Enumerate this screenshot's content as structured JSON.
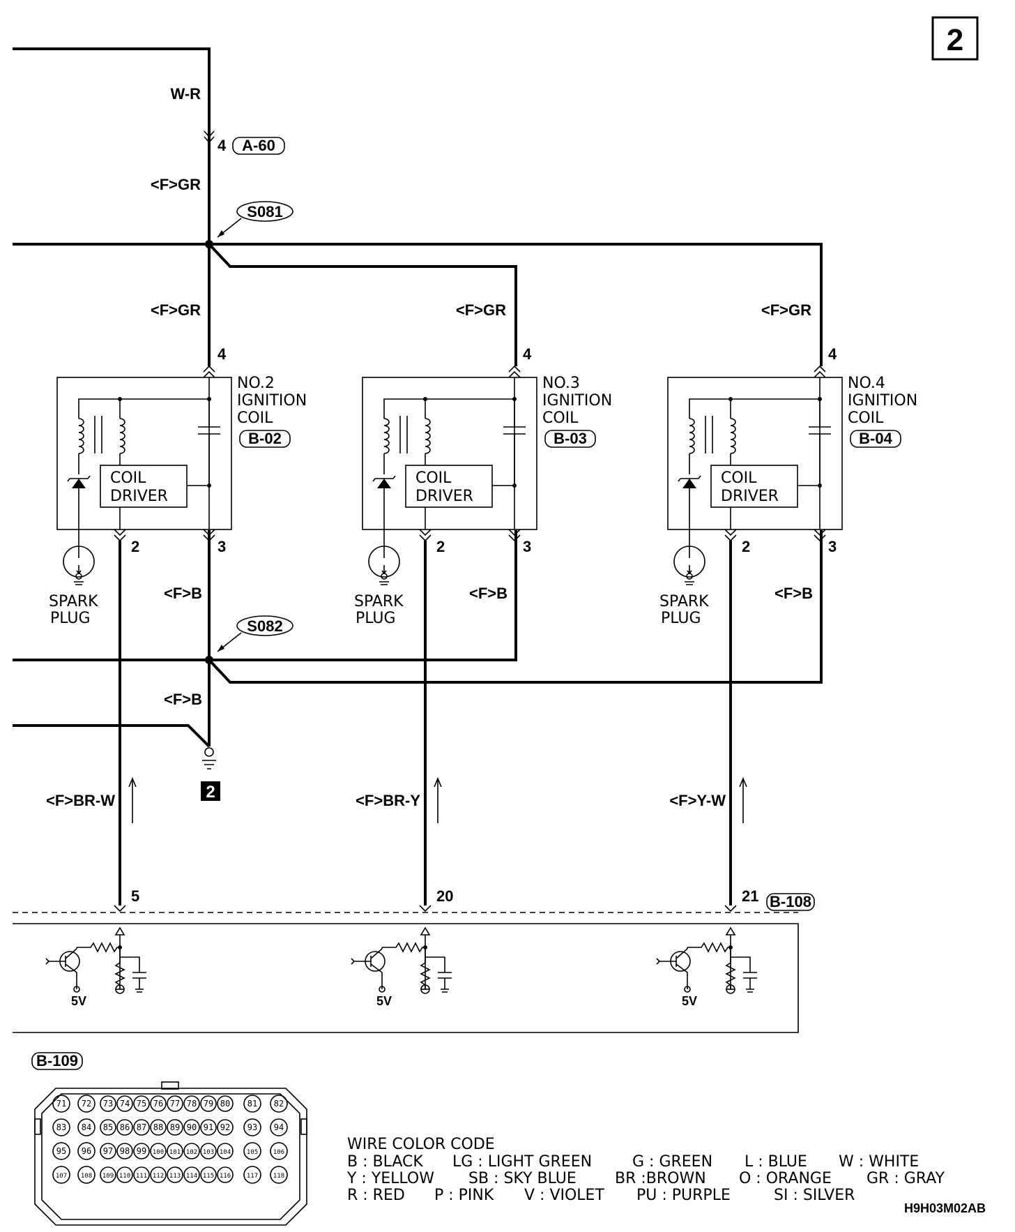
{
  "page_number": "2",
  "diagram_code": "H9H03M02AB",
  "top_wire": {
    "color_label": "W-R",
    "pin": "4",
    "connector": "A-60"
  },
  "feed_label": "<F>GR",
  "splice_top": "S081",
  "splice_bottom": "S082",
  "ground_label": "2",
  "ground_wire_label": "<F>B",
  "coils": [
    {
      "line1": "NO.2",
      "line2": "IGNITION",
      "line3": "COIL",
      "connector": "B-02",
      "feed": "<F>GR",
      "pin_feed": "4",
      "pin_signal": "2",
      "pin_ground": "3",
      "ground_wire": "<F>B",
      "driver_line1": "COIL",
      "driver_line2": "DRIVER",
      "plug_line1": "SPARK",
      "plug_line2": "PLUG",
      "signal_wire": "<F>BR-W",
      "ecu_pin": "5"
    },
    {
      "line1": "NO.3",
      "line2": "IGNITION",
      "line3": "COIL",
      "connector": "B-03",
      "feed": "<F>GR",
      "pin_feed": "4",
      "pin_signal": "2",
      "pin_ground": "3",
      "ground_wire": "<F>B",
      "driver_line1": "COIL",
      "driver_line2": "DRIVER",
      "plug_line1": "SPARK",
      "plug_line2": "PLUG",
      "signal_wire": "<F>BR-Y",
      "ecu_pin": "20"
    },
    {
      "line1": "NO.4",
      "line2": "IGNITION",
      "line3": "COIL",
      "connector": "B-04",
      "feed": "<F>GR",
      "pin_feed": "4",
      "pin_signal": "2",
      "pin_ground": "3",
      "ground_wire": "<F>B",
      "driver_line1": "COIL",
      "driver_line2": "DRIVER",
      "plug_line1": "SPARK",
      "plug_line2": "PLUG",
      "signal_wire": "<F>Y-W",
      "ecu_pin": "21"
    }
  ],
  "ecu_connector": "B-108",
  "ecu_voltage": "5V",
  "connector_view": {
    "label": "B-109",
    "rows": [
      [
        "71",
        "72",
        "73",
        "74",
        "75",
        "76",
        "77",
        "78",
        "79",
        "80",
        "81",
        "82"
      ],
      [
        "83",
        "84",
        "85",
        "86",
        "87",
        "88",
        "89",
        "90",
        "91",
        "92",
        "93",
        "94"
      ],
      [
        "95",
        "96",
        "97",
        "98",
        "99",
        "100",
        "101",
        "102",
        "103",
        "104",
        "105",
        "106"
      ],
      [
        "107",
        "108",
        "109",
        "110",
        "111",
        "112",
        "113",
        "114",
        "115",
        "116",
        "117",
        "118"
      ]
    ]
  },
  "wire_color_code": {
    "title": "WIRE COLOR CODE",
    "lines": [
      [
        "B : BLACK",
        "LG : LIGHT GREEN",
        "G : GREEN",
        "L : BLUE",
        "W : WHITE"
      ],
      [
        "Y : YELLOW",
        "SB : SKY BLUE",
        "BR :BROWN",
        "O : ORANGE",
        "GR : GRAY"
      ],
      [
        "R : RED",
        "P : PINK",
        "V : VIOLET",
        "PU : PURPLE",
        "SI : SILVER"
      ]
    ]
  }
}
